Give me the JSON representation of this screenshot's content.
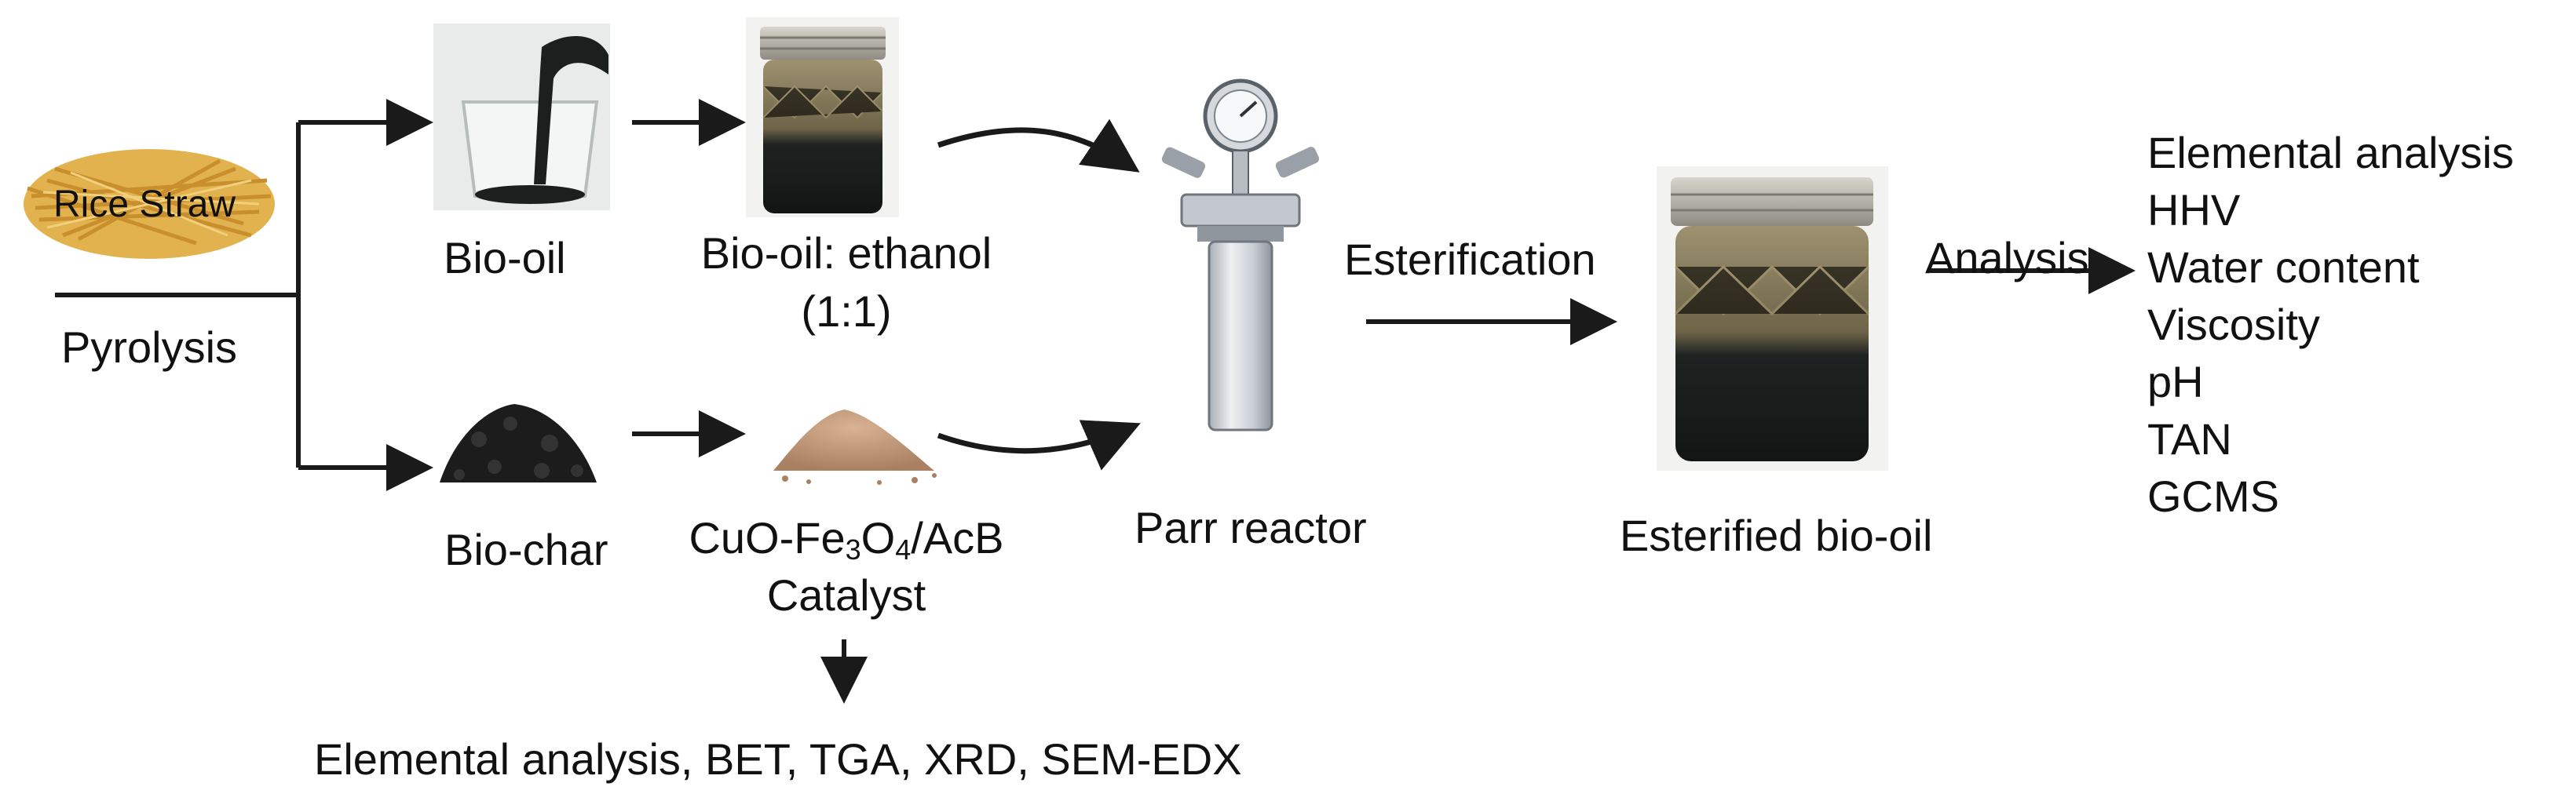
{
  "feedstock": {
    "label": "Rice Straw"
  },
  "process": {
    "pyrolysis": "Pyrolysis"
  },
  "products": {
    "biooil": "Bio-oil",
    "biochar": "Bio-char"
  },
  "mixture": {
    "line1": "Bio-oil: ethanol",
    "line2": "(1:1)"
  },
  "catalyst": {
    "part1": "CuO-Fe",
    "sub1": "3",
    "part2": "O",
    "sub2": "4",
    "part3": "/AcB",
    "line2": "Catalyst"
  },
  "reactor": {
    "label": "Parr reactor"
  },
  "steps": {
    "esterification": "Esterification",
    "analysis": "Analysis"
  },
  "product_final": {
    "label": "Esterified bio-oil"
  },
  "catalyst_characterization": "Elemental analysis, BET, TGA, XRD, SEM-EDX",
  "analysis_items": [
    "Elemental analysis",
    "HHV",
    "Water content",
    "Viscosity",
    "pH",
    "TAN",
    "GCMS"
  ],
  "colors": {
    "arrow": "#1a1a1a",
    "straw": "#d9a441",
    "bio_oil": "#1b1f1e",
    "biochar": "#1c1c1c",
    "catalyst_powder": "#c49a78",
    "jar_lid": "#b9b6ad",
    "jar_oil_top": "#8a7a55",
    "reactor_body": "#d7dbe0"
  }
}
